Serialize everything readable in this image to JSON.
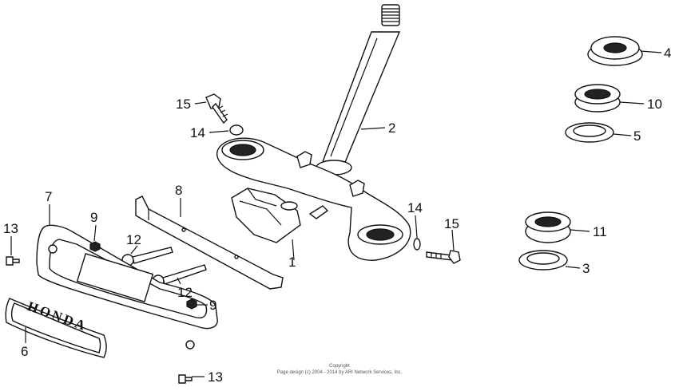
{
  "callouts": [
    {
      "id": "c1",
      "text": "1"
    },
    {
      "id": "c2",
      "text": "2"
    },
    {
      "id": "c3",
      "text": "3"
    },
    {
      "id": "c4",
      "text": "4"
    },
    {
      "id": "c5",
      "text": "5"
    },
    {
      "id": "c6",
      "text": "6"
    },
    {
      "id": "c7",
      "text": "7"
    },
    {
      "id": "c8",
      "text": "8"
    },
    {
      "id": "c9a",
      "text": "9"
    },
    {
      "id": "c9b",
      "text": "9"
    },
    {
      "id": "c10",
      "text": "10"
    },
    {
      "id": "c11",
      "text": "11"
    },
    {
      "id": "c12a",
      "text": "12"
    },
    {
      "id": "c12b",
      "text": "12"
    },
    {
      "id": "c13a",
      "text": "13"
    },
    {
      "id": "c13b",
      "text": "13"
    },
    {
      "id": "c14a",
      "text": "14"
    },
    {
      "id": "c14b",
      "text": "14"
    },
    {
      "id": "c15a",
      "text": "15"
    },
    {
      "id": "c15b",
      "text": "15"
    }
  ],
  "emblem_text": "HONDA",
  "copyright": {
    "line1": "Copyright",
    "line2": "Page design (c) 2004 - 2014 by ARI Network Services, Inc."
  }
}
